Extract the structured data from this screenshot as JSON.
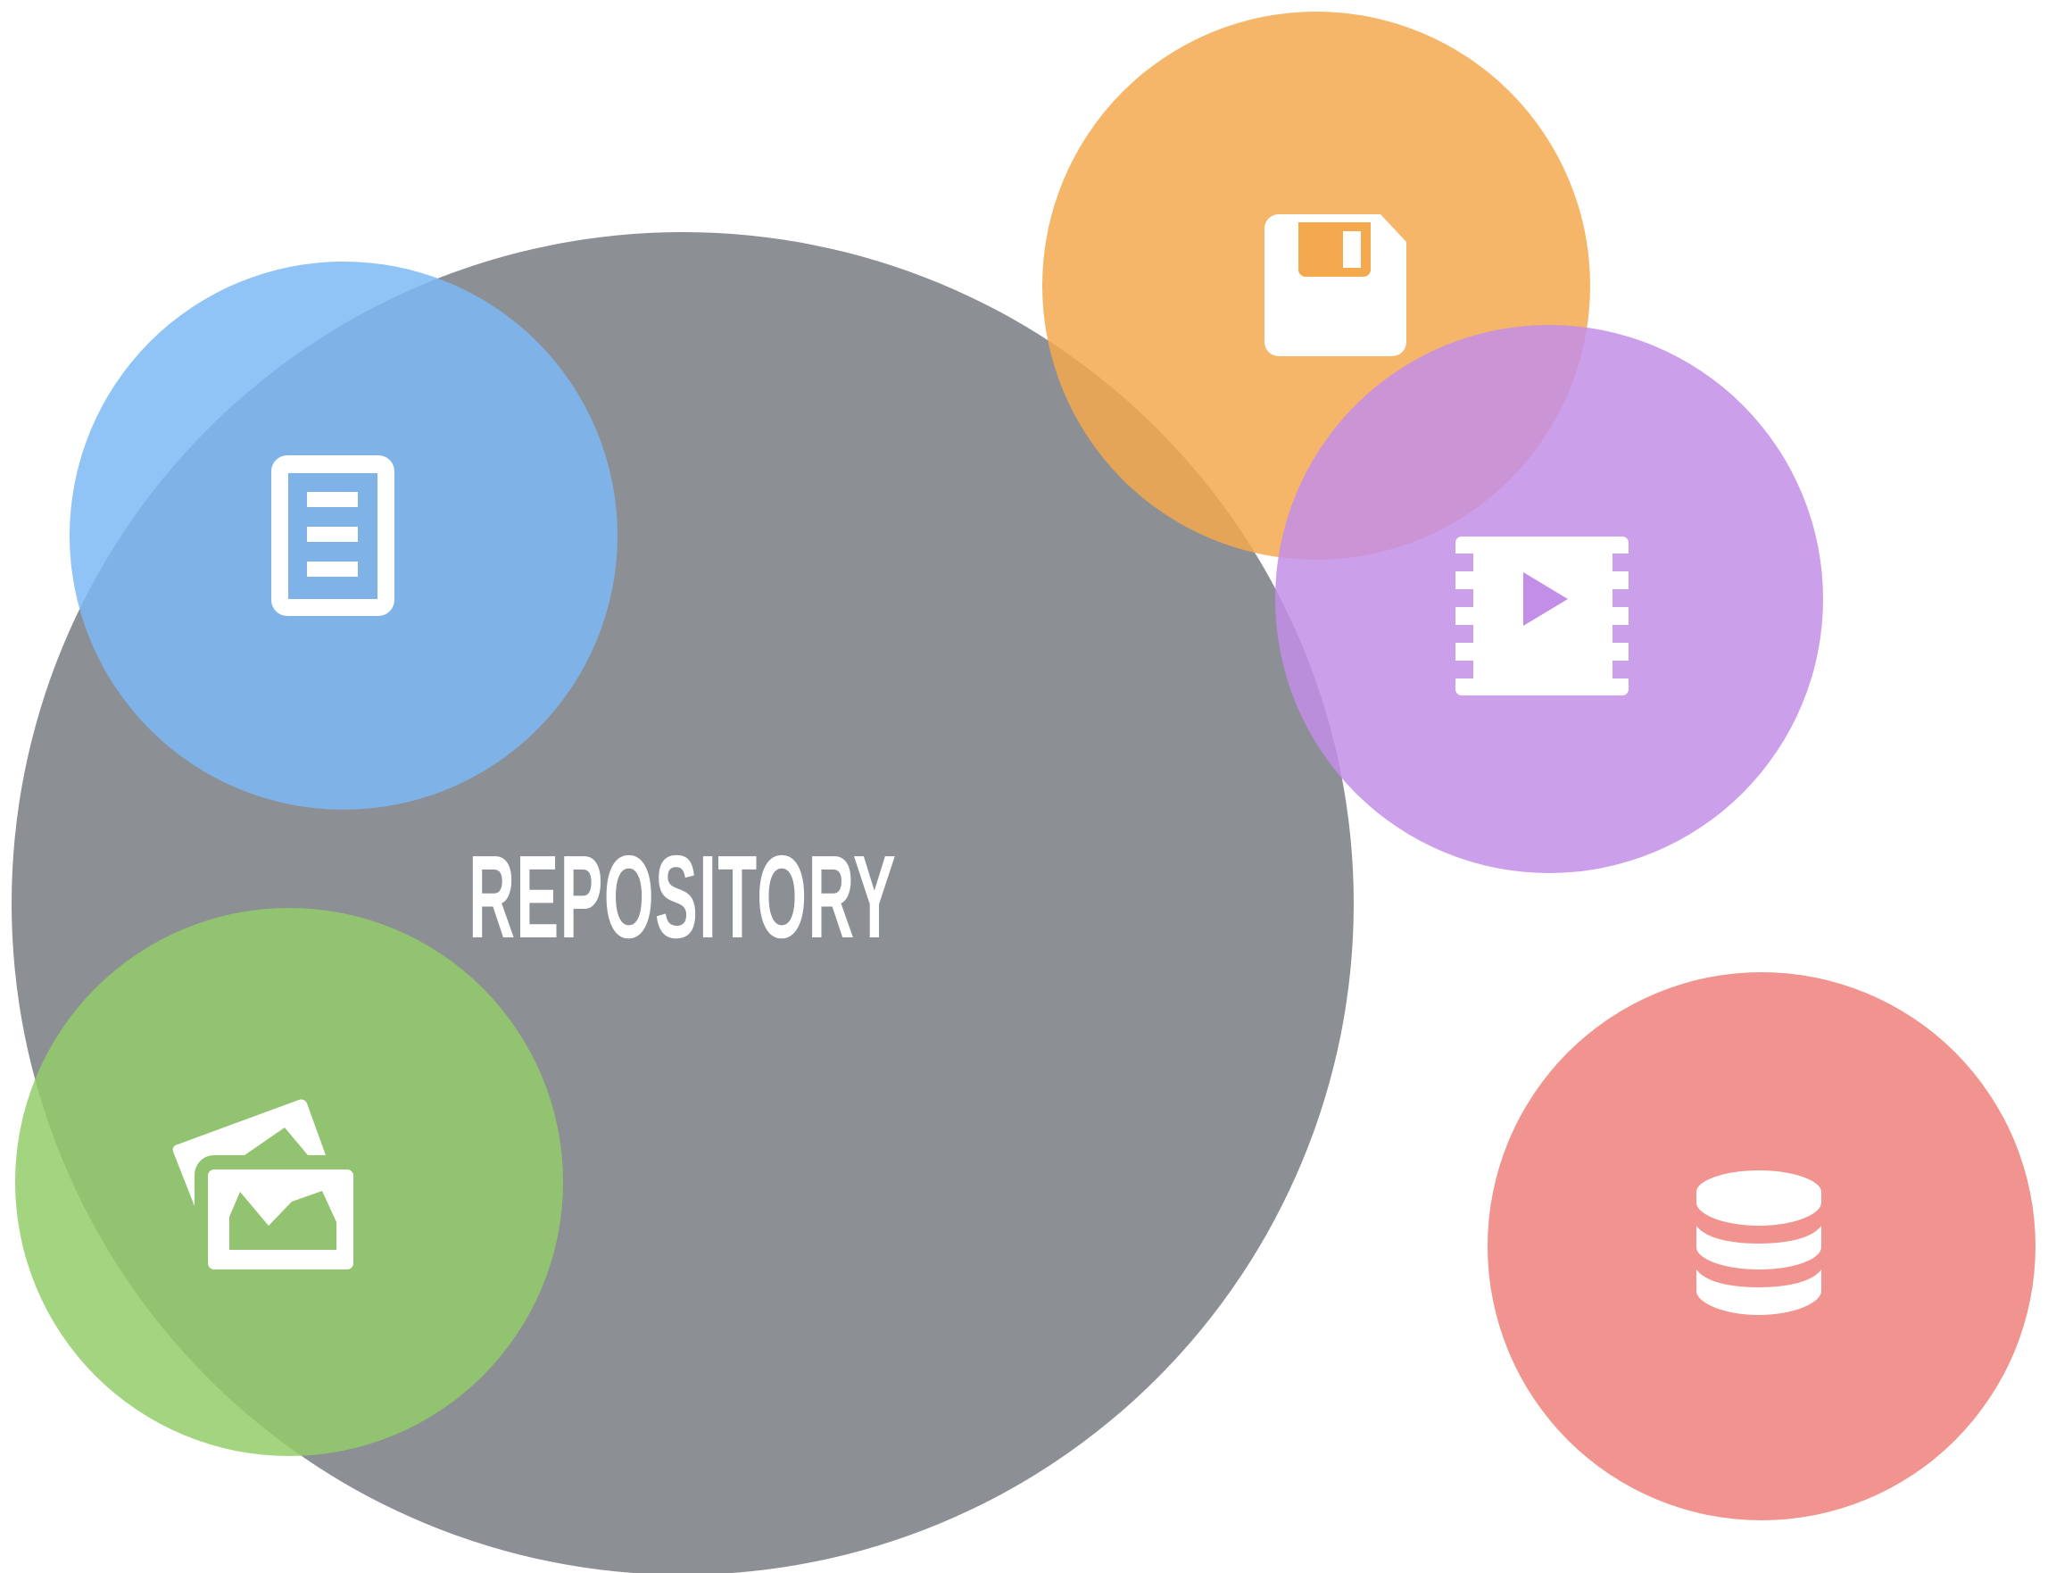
{
  "central": {
    "label": "REPOSITORY",
    "color": "#8c8f94"
  },
  "satellites": [
    {
      "name": "document",
      "icon": "document-icon",
      "color": "#7db9f5"
    },
    {
      "name": "save",
      "icon": "floppy-disk-icon",
      "color": "#f4a94f"
    },
    {
      "name": "video",
      "icon": "video-film-icon",
      "color": "#c38ee8"
    },
    {
      "name": "images",
      "icon": "image-gallery-icon",
      "color": "#93cc6a"
    },
    {
      "name": "database",
      "icon": "database-icon",
      "color": "#f08a84"
    }
  ]
}
